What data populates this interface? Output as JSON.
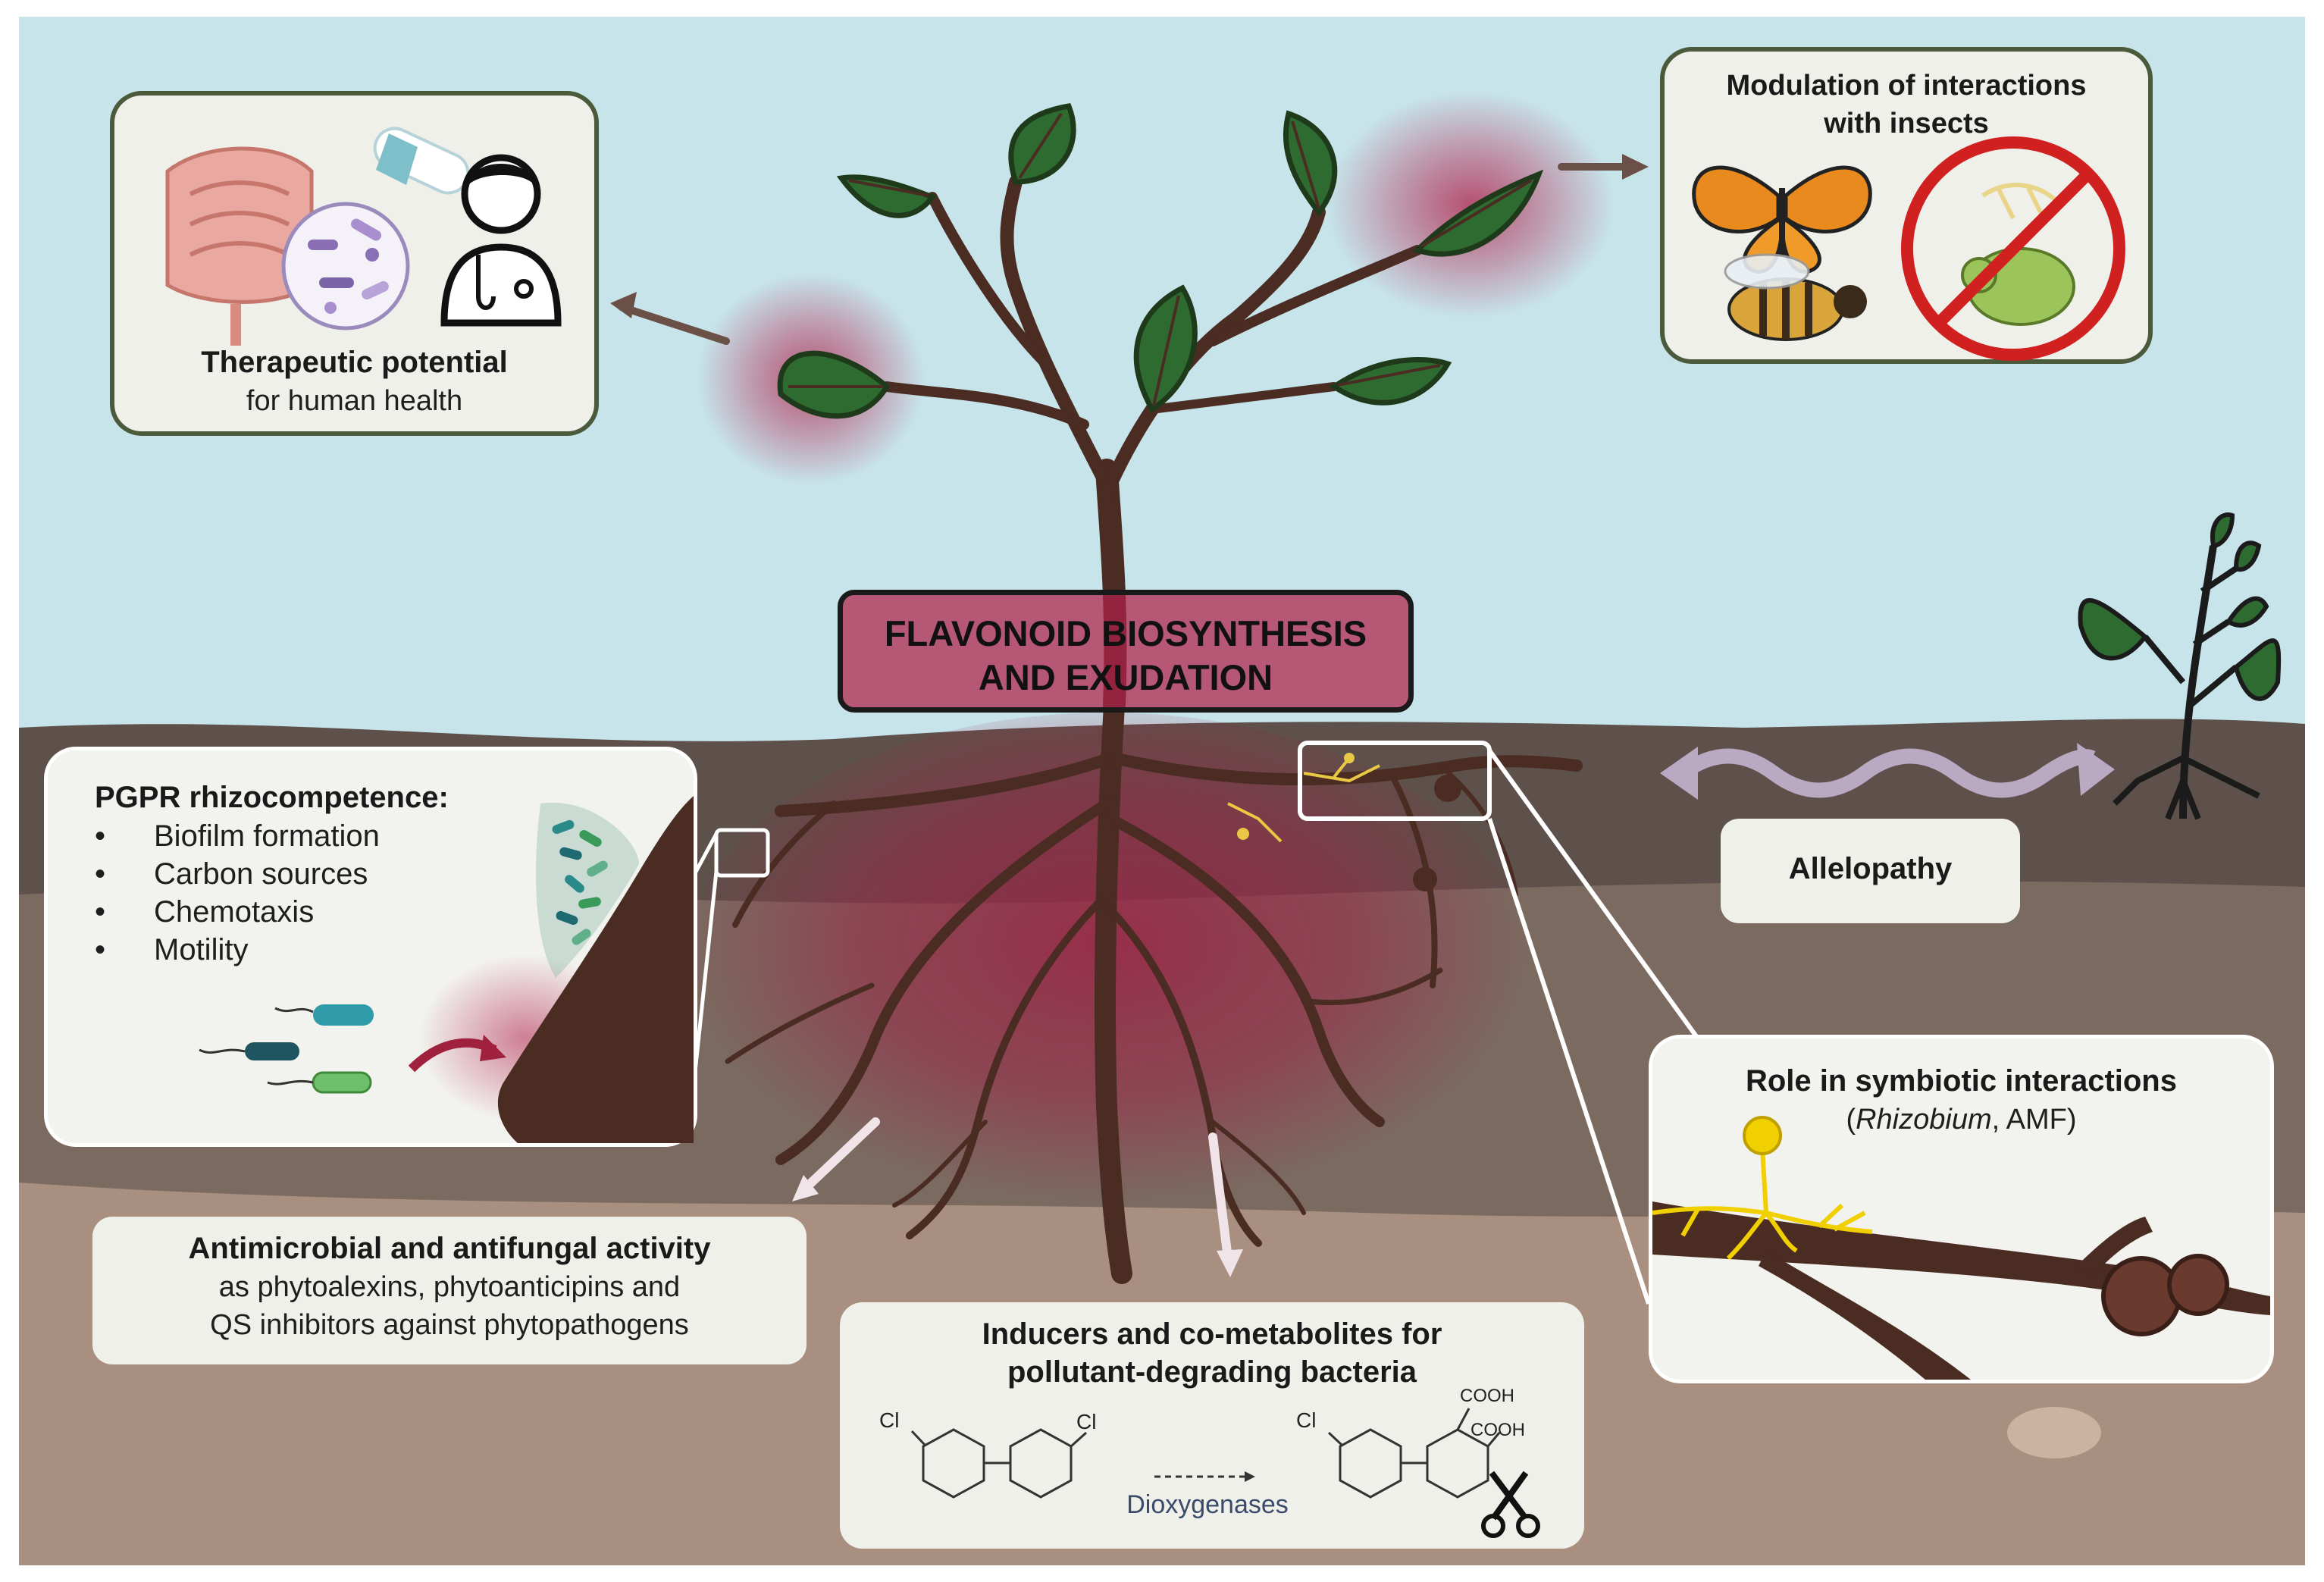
{
  "center": {
    "line1": "FLAVONOID BIOSYNTHESIS",
    "line2": "AND EXUDATION"
  },
  "therapeutic": {
    "title": "Therapeutic potential",
    "subtitle": "for human health"
  },
  "insects": {
    "title_line1": "Modulation of interactions",
    "title_line2": "with insects"
  },
  "pgpr": {
    "title": "PGPR rhizocompetence:",
    "items": [
      "Biofilm formation",
      "Carbon sources",
      "Chemotaxis",
      "Motility"
    ]
  },
  "allelopathy": {
    "label": "Allelopathy"
  },
  "symbiotic": {
    "title": "Role in symbiotic interactions",
    "sub_open": "(",
    "sub_italic": "Rhizobium",
    "sub_rest": ", AMF)"
  },
  "antimicrobial": {
    "title": "Antimicrobial and antifungal activity",
    "line2": "as phytoalexins, phytoanticipins and",
    "line3": "QS inhibitors against phytopathogens"
  },
  "pollutant": {
    "title_line1": "Inducers and co-metabolites for",
    "title_line2": "pollutant-degrading bacteria",
    "enzyme": "Dioxygenases",
    "cl": "Cl",
    "cooh": "COOH"
  },
  "colors": {
    "sky": "#c7e4ea",
    "soil": "#7b6a60",
    "exudate": "#b0204a",
    "leaf": "#2e6b31",
    "stem": "#4a2c22"
  }
}
